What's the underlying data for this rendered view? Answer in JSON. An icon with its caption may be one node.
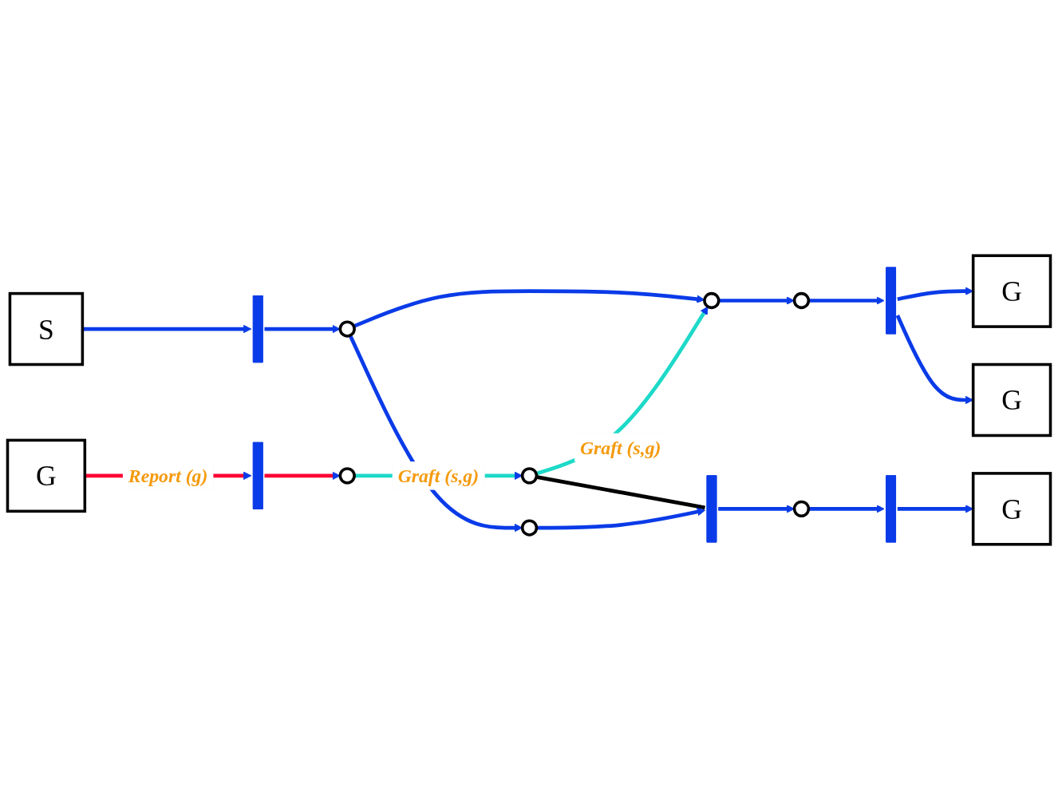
{
  "diagram": {
    "nodes": [
      {
        "text": [
          "S"
        ]
      },
      {
        "text": [],
        "shape": "bar"
      },
      {
        "text": [],
        "shape": "circle"
      },
      {
        "text": [],
        "shape": "circle"
      },
      {
        "text": [],
        "shape": "circle"
      },
      {
        "text": [],
        "shape": "bar"
      },
      {
        "text": [
          "G"
        ]
      },
      {
        "text": [
          "G"
        ]
      },
      {
        "text": [
          "G"
        ]
      },
      {
        "text": [],
        "shape": "bar"
      },
      {
        "text": [],
        "shape": "circle"
      },
      {
        "text": [],
        "shape": "circle"
      },
      {
        "text": [],
        "shape": "circle"
      },
      {
        "text": [],
        "shape": "bar"
      },
      {
        "text": [],
        "shape": "circle"
      },
      {
        "text": [],
        "shape": "bar"
      },
      {
        "text": [
          "G"
        ]
      }
    ],
    "edges": [
      {
        "from": 0,
        "to": 1,
        "arrow": "to"
      },
      {
        "from": 1,
        "to": 2,
        "arrow": "to"
      },
      {
        "from": 2,
        "to": 3,
        "arrow": "to"
      },
      {
        "from": 2,
        "to": 12,
        "arrow": "to"
      },
      {
        "from": 3,
        "to": 4,
        "arrow": "to"
      },
      {
        "from": 4,
        "to": 5,
        "arrow": "to"
      },
      {
        "from": 5,
        "to": 6,
        "arrow": "to"
      },
      {
        "from": 5,
        "to": 7,
        "arrow": "to"
      },
      {
        "from": 8,
        "to": 9,
        "arrow": "to",
        "color": "#ff0033",
        "label": "Report (g)"
      },
      {
        "from": 9,
        "to": 10,
        "arrow": "to",
        "color": "#ff0033"
      },
      {
        "from": 10,
        "to": 11,
        "arrow": "to",
        "color": "#1dd9c8",
        "label": "Graft (s,g)"
      },
      {
        "from": 11,
        "to": 3,
        "arrow": "to",
        "color": "#1dd9c8",
        "label": "Graft (s,g)"
      },
      {
        "from": 11,
        "to": 13,
        "arrow": "none",
        "color": "#000000"
      },
      {
        "from": 12,
        "to": 13,
        "arrow": "to"
      },
      {
        "from": 13,
        "to": 14,
        "arrow": "to"
      },
      {
        "from": 14,
        "to": 15,
        "arrow": "to"
      },
      {
        "from": 15,
        "to": 16,
        "arrow": "to"
      }
    ]
  }
}
